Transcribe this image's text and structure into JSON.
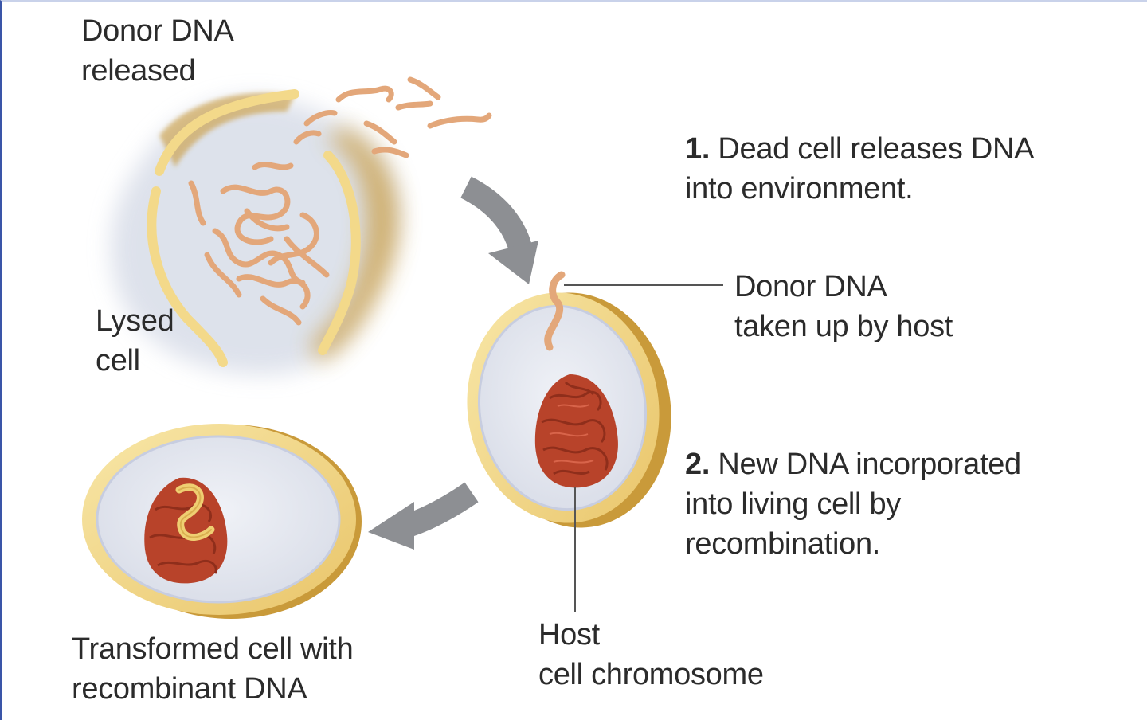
{
  "labels": {
    "donor_released": [
      "Donor DNA",
      "released"
    ],
    "lysed_cell": [
      "Lysed",
      "cell"
    ],
    "step1": {
      "number": "1.",
      "line1": " Dead cell releases DNA",
      "line2": "into environment."
    },
    "donor_taken_up": [
      "Donor DNA",
      "taken up by host"
    ],
    "step2": {
      "number": "2.",
      "line1": " New DNA incorporated",
      "line2": "into living cell by",
      "line3": "recombination."
    },
    "host_chromosome": [
      "Host",
      "cell chromosome"
    ],
    "transformed_cell": [
      "Transformed cell with",
      "recombinant DNA"
    ]
  },
  "colors": {
    "cell_wall": "#f3d98a",
    "cell_wall_shadow": "#c99a3a",
    "cytoplasm": "#e6e9f1",
    "dna_fragment": "#e3a77a",
    "chromosome": "#b8432a",
    "recombinant_insert": "#efcf72",
    "arrow": "#8d8f93",
    "leader_line": "#555555"
  }
}
